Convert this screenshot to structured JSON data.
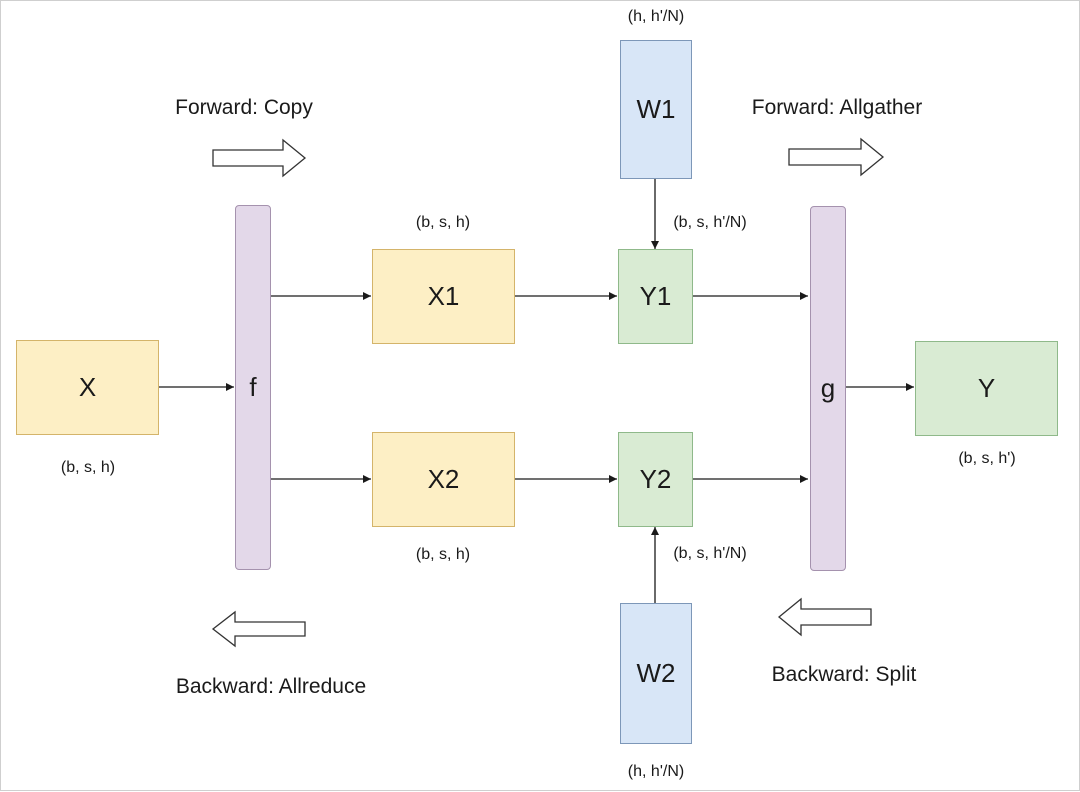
{
  "nodes": {
    "x": "X",
    "f": "f",
    "x1": "X1",
    "x2": "X2",
    "w1": "W1",
    "w2": "W2",
    "y1": "Y1",
    "y2": "Y2",
    "g": "g",
    "y": "Y"
  },
  "shapes": {
    "x_input": "(b, s, h)",
    "x1": "(b, s, h)",
    "x2": "(b, s, h)",
    "w1": "(h, h'/N)",
    "w2": "(h, h'/N)",
    "y1": "(b, s, h'/N)",
    "y2": "(b, s, h'/N)",
    "y_output": "(b, s, h')"
  },
  "captions": {
    "forward_copy": "Forward: Copy",
    "backward_allreduce": "Backward: Allreduce",
    "forward_allgather": "Forward: Allgather",
    "backward_split": "Backward: Split"
  },
  "colors": {
    "activation": "#fdefc5",
    "output": "#d9ebd3",
    "weight": "#d8e6f7",
    "operator": "#e3d8e9"
  }
}
